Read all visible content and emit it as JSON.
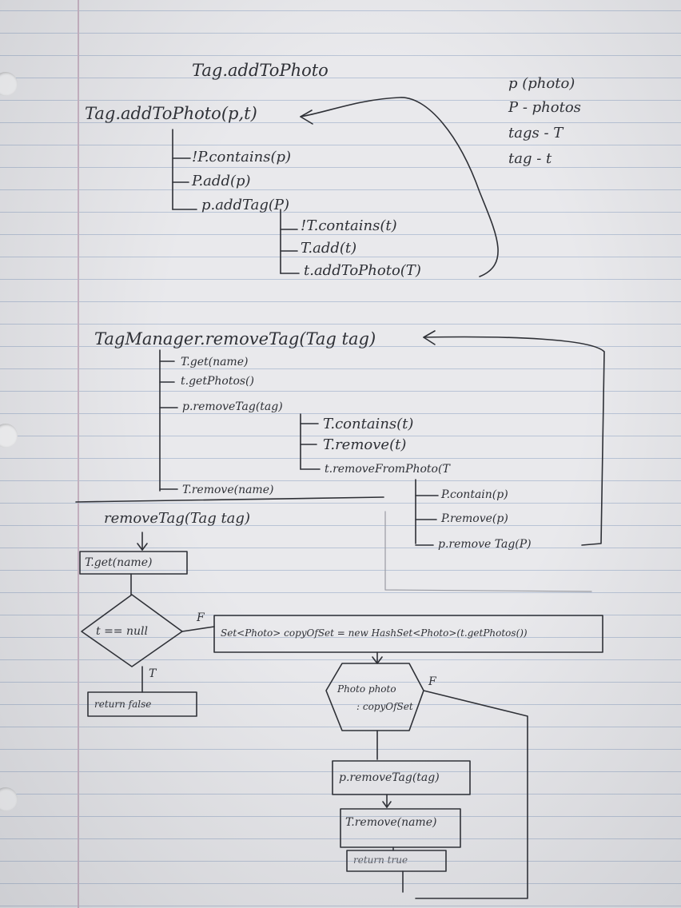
{
  "title": "Tag.addToPhoto",
  "legend": [
    "p (photo)",
    "P - photos",
    "tags - T",
    "tag - t"
  ],
  "add_tree": {
    "root": "Tag.addToPhoto(p,t)",
    "l1": [
      "!P.contains(p)",
      "P.add(p)",
      "p.addTag(P)"
    ],
    "l2": [
      "!T.contains(t)",
      "T.add(t)",
      "t.addToPhoto(T)"
    ]
  },
  "remove_tree": {
    "root": "TagManager.removeTag(Tag tag)",
    "l1": [
      "T.get(name)",
      "t.getPhotos()",
      "p.removeTag(tag)"
    ],
    "l1_last": "T.remove(name)",
    "l2": [
      "T.contains(t)",
      "T.remove(t)",
      "t.removeFromPhoto(T"
    ],
    "l3": [
      "P.contain(p)",
      "P.remove(p)",
      "p.remove Tag(P)"
    ]
  },
  "flow": {
    "title": "removeTag(Tag tag)",
    "get_box": "T.get(name)",
    "null_check": "t == null",
    "false_label": "F",
    "true_label": "T",
    "return_false": "return false",
    "copy_set": "Set<Photo> copyOfSet = new HashSet<Photo>(t.getPhotos())",
    "loop": [
      "Photo photo",
      ": copyOfSet"
    ],
    "loop_false_label": "F",
    "remove_tag": "p.removeTag(tag)",
    "remove_name": "T.remove(name)",
    "return_true": "return true"
  }
}
